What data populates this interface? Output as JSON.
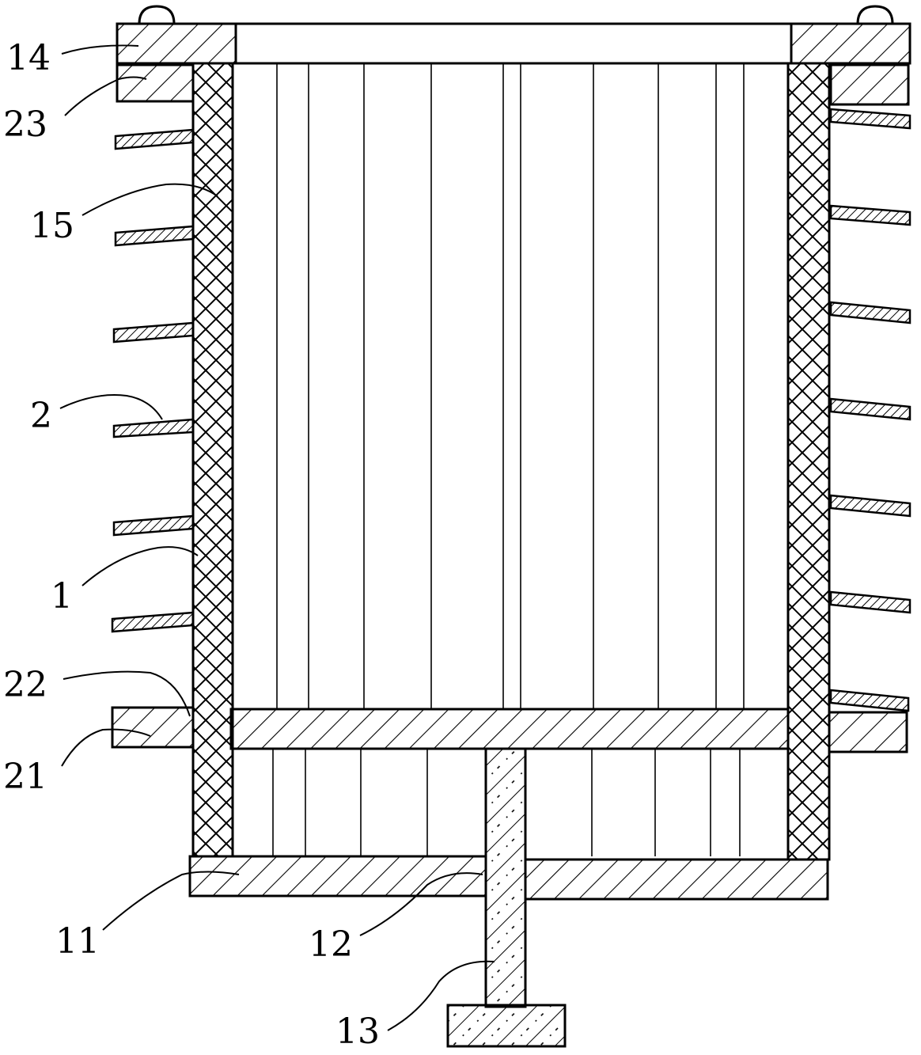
{
  "diagram": {
    "labels": [
      {
        "id": "14",
        "text": "14"
      },
      {
        "id": "23",
        "text": "23"
      },
      {
        "id": "15",
        "text": "15"
      },
      {
        "id": "2",
        "text": "2"
      },
      {
        "id": "1",
        "text": "1"
      },
      {
        "id": "22",
        "text": "22"
      },
      {
        "id": "21",
        "text": "21"
      },
      {
        "id": "11",
        "text": "11"
      },
      {
        "id": "12",
        "text": "12"
      },
      {
        "id": "13",
        "text": "13"
      }
    ]
  }
}
